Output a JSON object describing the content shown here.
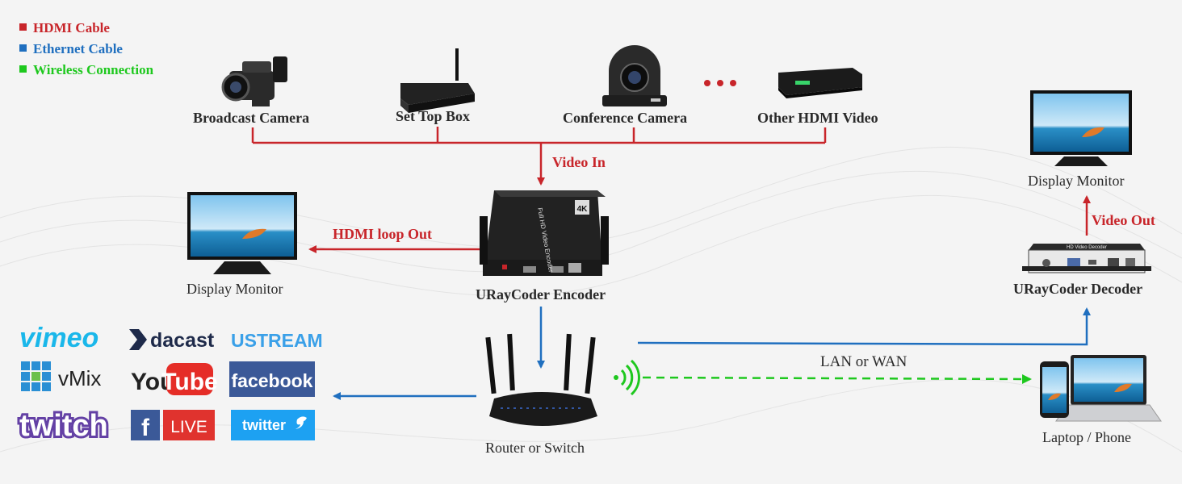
{
  "legend": [
    {
      "label": "HDMI Cable",
      "color": "#c8252a"
    },
    {
      "label": "Ethernet Cable",
      "color": "#1f6fbf"
    },
    {
      "label": "Wireless Connection",
      "color": "#1ec81e"
    }
  ],
  "sources": {
    "broadcast_camera": "Broadcast Camera",
    "set_top_box": "Set Top Box",
    "conference_camera": "Conference Camera",
    "ellipsis": "•••",
    "other_hdmi_video": "Other HDMI Video"
  },
  "connections": {
    "video_in": "Video In",
    "hdmi_loop_out": "HDMI loop Out",
    "video_out": "Video Out",
    "lan_or_wan": "LAN or WAN"
  },
  "devices": {
    "display_monitor_left": "Display Monitor",
    "encoder": "URayCoder Encoder",
    "router": "Router or Switch",
    "display_monitor_right": "Display Monitor",
    "decoder": "URayCoder Decoder",
    "laptop_phone": "Laptop / Phone",
    "encoder_side_text": "Full HD Video Encoder",
    "encoder_badge": "4K",
    "decoder_top_text": "HD Video Decoder"
  },
  "platforms": {
    "vimeo": "vimeo",
    "dacast": "dacast",
    "ustream": "USTREAM",
    "vmix": "vMix",
    "youtube_you": "You",
    "youtube_tube": "Tube",
    "facebook": "facebook",
    "twitch": "twitch",
    "facebook_live_f": "f",
    "live": "LIVE",
    "twitter": "twitter"
  },
  "colors": {
    "hdmi": "#c8252a",
    "ethernet": "#1f6fbf",
    "wireless": "#1ec81e",
    "vimeo": "#1ab7ea",
    "dacast": "#1e2a4a",
    "ustream": "#3aa0e8",
    "youtube": "#e52d27",
    "facebook": "#3b5998",
    "twitch": "#6441a5",
    "twitter": "#1da1f2"
  }
}
